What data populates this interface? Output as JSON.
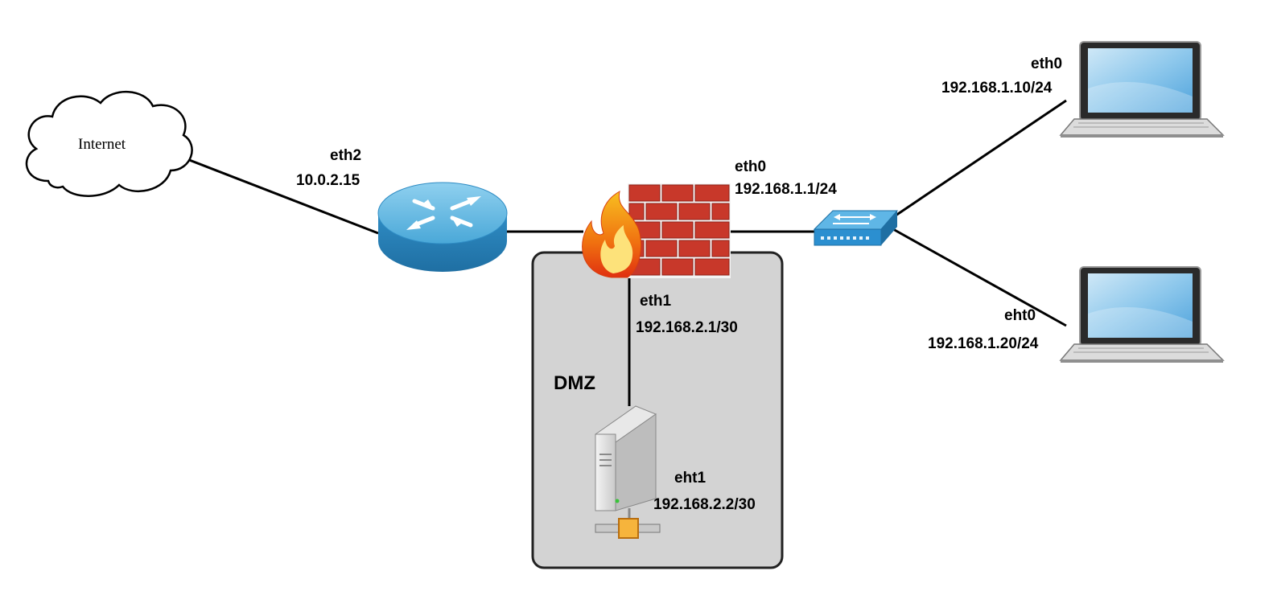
{
  "diagram": {
    "internet_label": "Internet",
    "dmz_label": "DMZ",
    "router": {
      "iface": "eth2",
      "ip": "10.0.2.15"
    },
    "firewall": {
      "outside": {
        "iface": "eth0",
        "ip": "192.168.1.1/24"
      },
      "dmz": {
        "iface": "eth1",
        "ip": "192.168.2.1/30"
      }
    },
    "server": {
      "iface": "eht1",
      "ip": "192.168.2.2/30"
    },
    "laptop1": {
      "iface": "eth0",
      "ip": "192.168.1.10/24"
    },
    "laptop2": {
      "iface": "eht0",
      "ip": "192.168.1.20/24"
    }
  },
  "colors": {
    "router": "#3b9bd0",
    "switch": "#2b8fd0",
    "brick": "#c8382a",
    "dmz_zone": "#d3d3d3",
    "flame": "#f28a14"
  },
  "icons": [
    "cloud-icon",
    "router-icon",
    "firewall-icon",
    "switch-icon",
    "server-icon",
    "laptop-icon"
  ]
}
